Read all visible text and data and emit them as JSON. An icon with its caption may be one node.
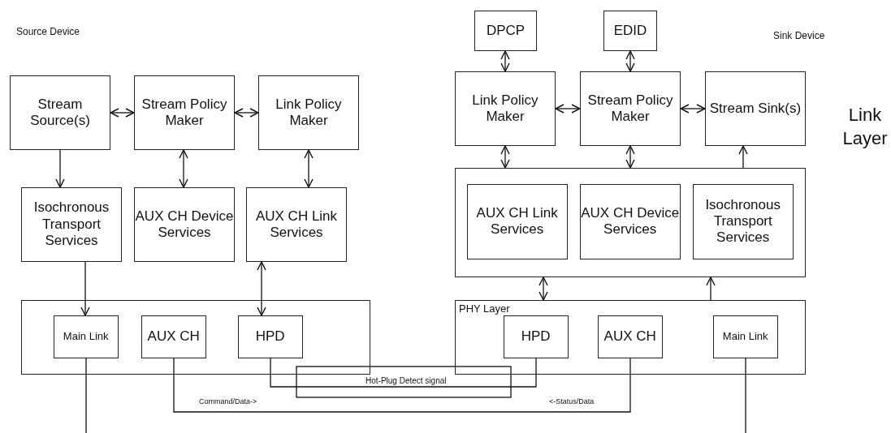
{
  "diagram": {
    "nodes": [
      {
        "text": [
          "Stream Source(s)"
        ]
      },
      {
        "text": [
          "Stream Policy Maker"
        ]
      },
      {
        "text": [
          "Link Policy Maker"
        ]
      },
      {
        "text": [
          "Isochronous Transport Services"
        ]
      },
      {
        "text": [
          "AUX CH Device Services"
        ]
      },
      {
        "text": [
          "AUX CH Link Services"
        ]
      },
      {
        "text": [],
        "shape": "box"
      },
      {
        "text": [
          "Main Link"
        ],
        "in": 6
      },
      {
        "text": [
          "AUX CH"
        ],
        "in": 6
      },
      {
        "text": [
          "HPD"
        ],
        "in": 6
      },
      {
        "text": [
          "DPCP"
        ]
      },
      {
        "text": [
          "EDID"
        ]
      },
      {
        "text": [
          "Link Policy Maker"
        ]
      },
      {
        "text": [
          "Stream Policy Maker"
        ]
      },
      {
        "text": [
          "Stream Sink(s)"
        ]
      },
      {
        "text": [],
        "shape": "box"
      },
      {
        "text": [
          "AUX CH Link Services"
        ],
        "in": 15
      },
      {
        "text": [
          "AUX CH Device Services"
        ],
        "in": 15
      },
      {
        "text": [
          "Isochronous Transport Services"
        ],
        "in": 15
      },
      {
        "text": [
          "PHY Layer"
        ]
      },
      {
        "text": [
          "HPD"
        ],
        "in": 19
      },
      {
        "text": [
          "AUX CH"
        ],
        "in": 19
      },
      {
        "text": [
          "Main Link"
        ],
        "in": 19
      }
    ],
    "edges": [
      {
        "from": 0,
        "to": 1,
        "arrow": "both"
      },
      {
        "from": 1,
        "to": 2,
        "arrow": "both"
      },
      {
        "from": 0,
        "to": 3,
        "arrow": "to"
      },
      {
        "from": 1,
        "to": 4,
        "arrow": "both"
      },
      {
        "from": 2,
        "to": 5,
        "arrow": "both"
      },
      {
        "from": 3,
        "to": 7,
        "arrow": "to"
      },
      {
        "from": 5,
        "to": 9,
        "arrow": "both"
      },
      {
        "from": 10,
        "to": 12,
        "arrow": "both"
      },
      {
        "from": 11,
        "to": 13,
        "arrow": "both"
      },
      {
        "from": 12,
        "to": 13,
        "arrow": "both"
      },
      {
        "from": 13,
        "to": 14,
        "arrow": "both"
      },
      {
        "from": 12,
        "to": 15,
        "arrow": "both"
      },
      {
        "from": 13,
        "to": 15,
        "arrow": "both"
      },
      {
        "from": 15,
        "to": 14,
        "arrow": "to"
      },
      {
        "from": 15,
        "to": 19,
        "arrow": "both"
      },
      {
        "from": 19,
        "to": 15,
        "arrow": "to"
      },
      {
        "from": 7,
        "to": null,
        "arrow": "none"
      },
      {
        "from": 22,
        "to": null,
        "arrow": "none"
      },
      {
        "from": 9,
        "to": 20,
        "arrow": "none",
        "label": "Hot-Plug Detect signal"
      },
      {
        "from": 8,
        "to": 21,
        "arrow": "none",
        "label": "Command/Data->"
      }
    ],
    "labels": [
      "Source Device",
      "Sink Device",
      "Link Layer",
      "<-Status/Data"
    ]
  }
}
